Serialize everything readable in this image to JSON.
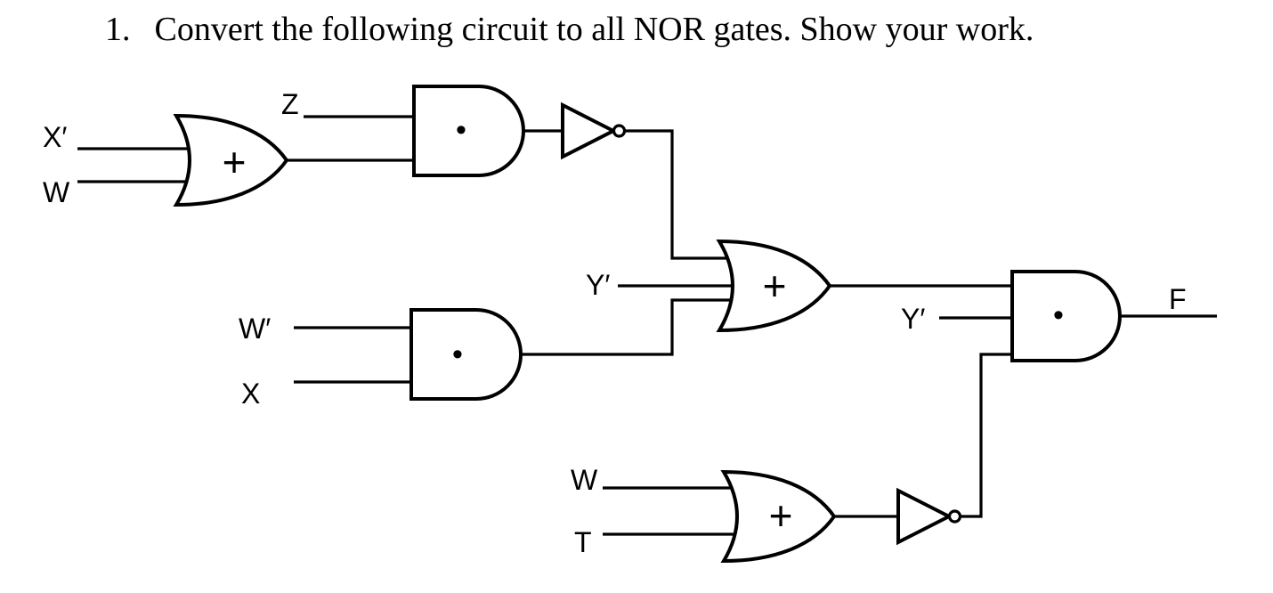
{
  "title": {
    "number": "1.",
    "text": "Convert the following circuit to all NOR gates. Show your work."
  },
  "circuit": {
    "colors": {
      "line": "#000000",
      "background": "#ffffff"
    },
    "labels": {
      "x_prime": "X′",
      "w": "W",
      "z": "Z",
      "w_prime": "W′",
      "x": "X",
      "y_prime_or2": "Y′",
      "y_prime_and3": "Y′",
      "w2": "W",
      "t": "T",
      "f": "F"
    },
    "gates": {
      "or1": {
        "type": "OR",
        "symbol": "+",
        "inputs": "X′, W"
      },
      "and1": {
        "type": "AND",
        "symbol": "•",
        "inputs": "Z, OR1-output"
      },
      "not1": {
        "type": "NOT",
        "inputs": "AND1-output"
      },
      "and2": {
        "type": "AND",
        "symbol": "•",
        "inputs": "W′, X"
      },
      "or2": {
        "type": "OR",
        "symbol": "+",
        "inputs": "NOT1-output, Y′, AND2-output"
      },
      "or3": {
        "type": "OR",
        "symbol": "+",
        "inputs": "W, T"
      },
      "not2": {
        "type": "NOT",
        "inputs": "OR3-output"
      },
      "and3": {
        "type": "AND",
        "symbol": "•",
        "inputs": "OR2-output, Y′, NOT2-output",
        "output": "F"
      }
    }
  }
}
